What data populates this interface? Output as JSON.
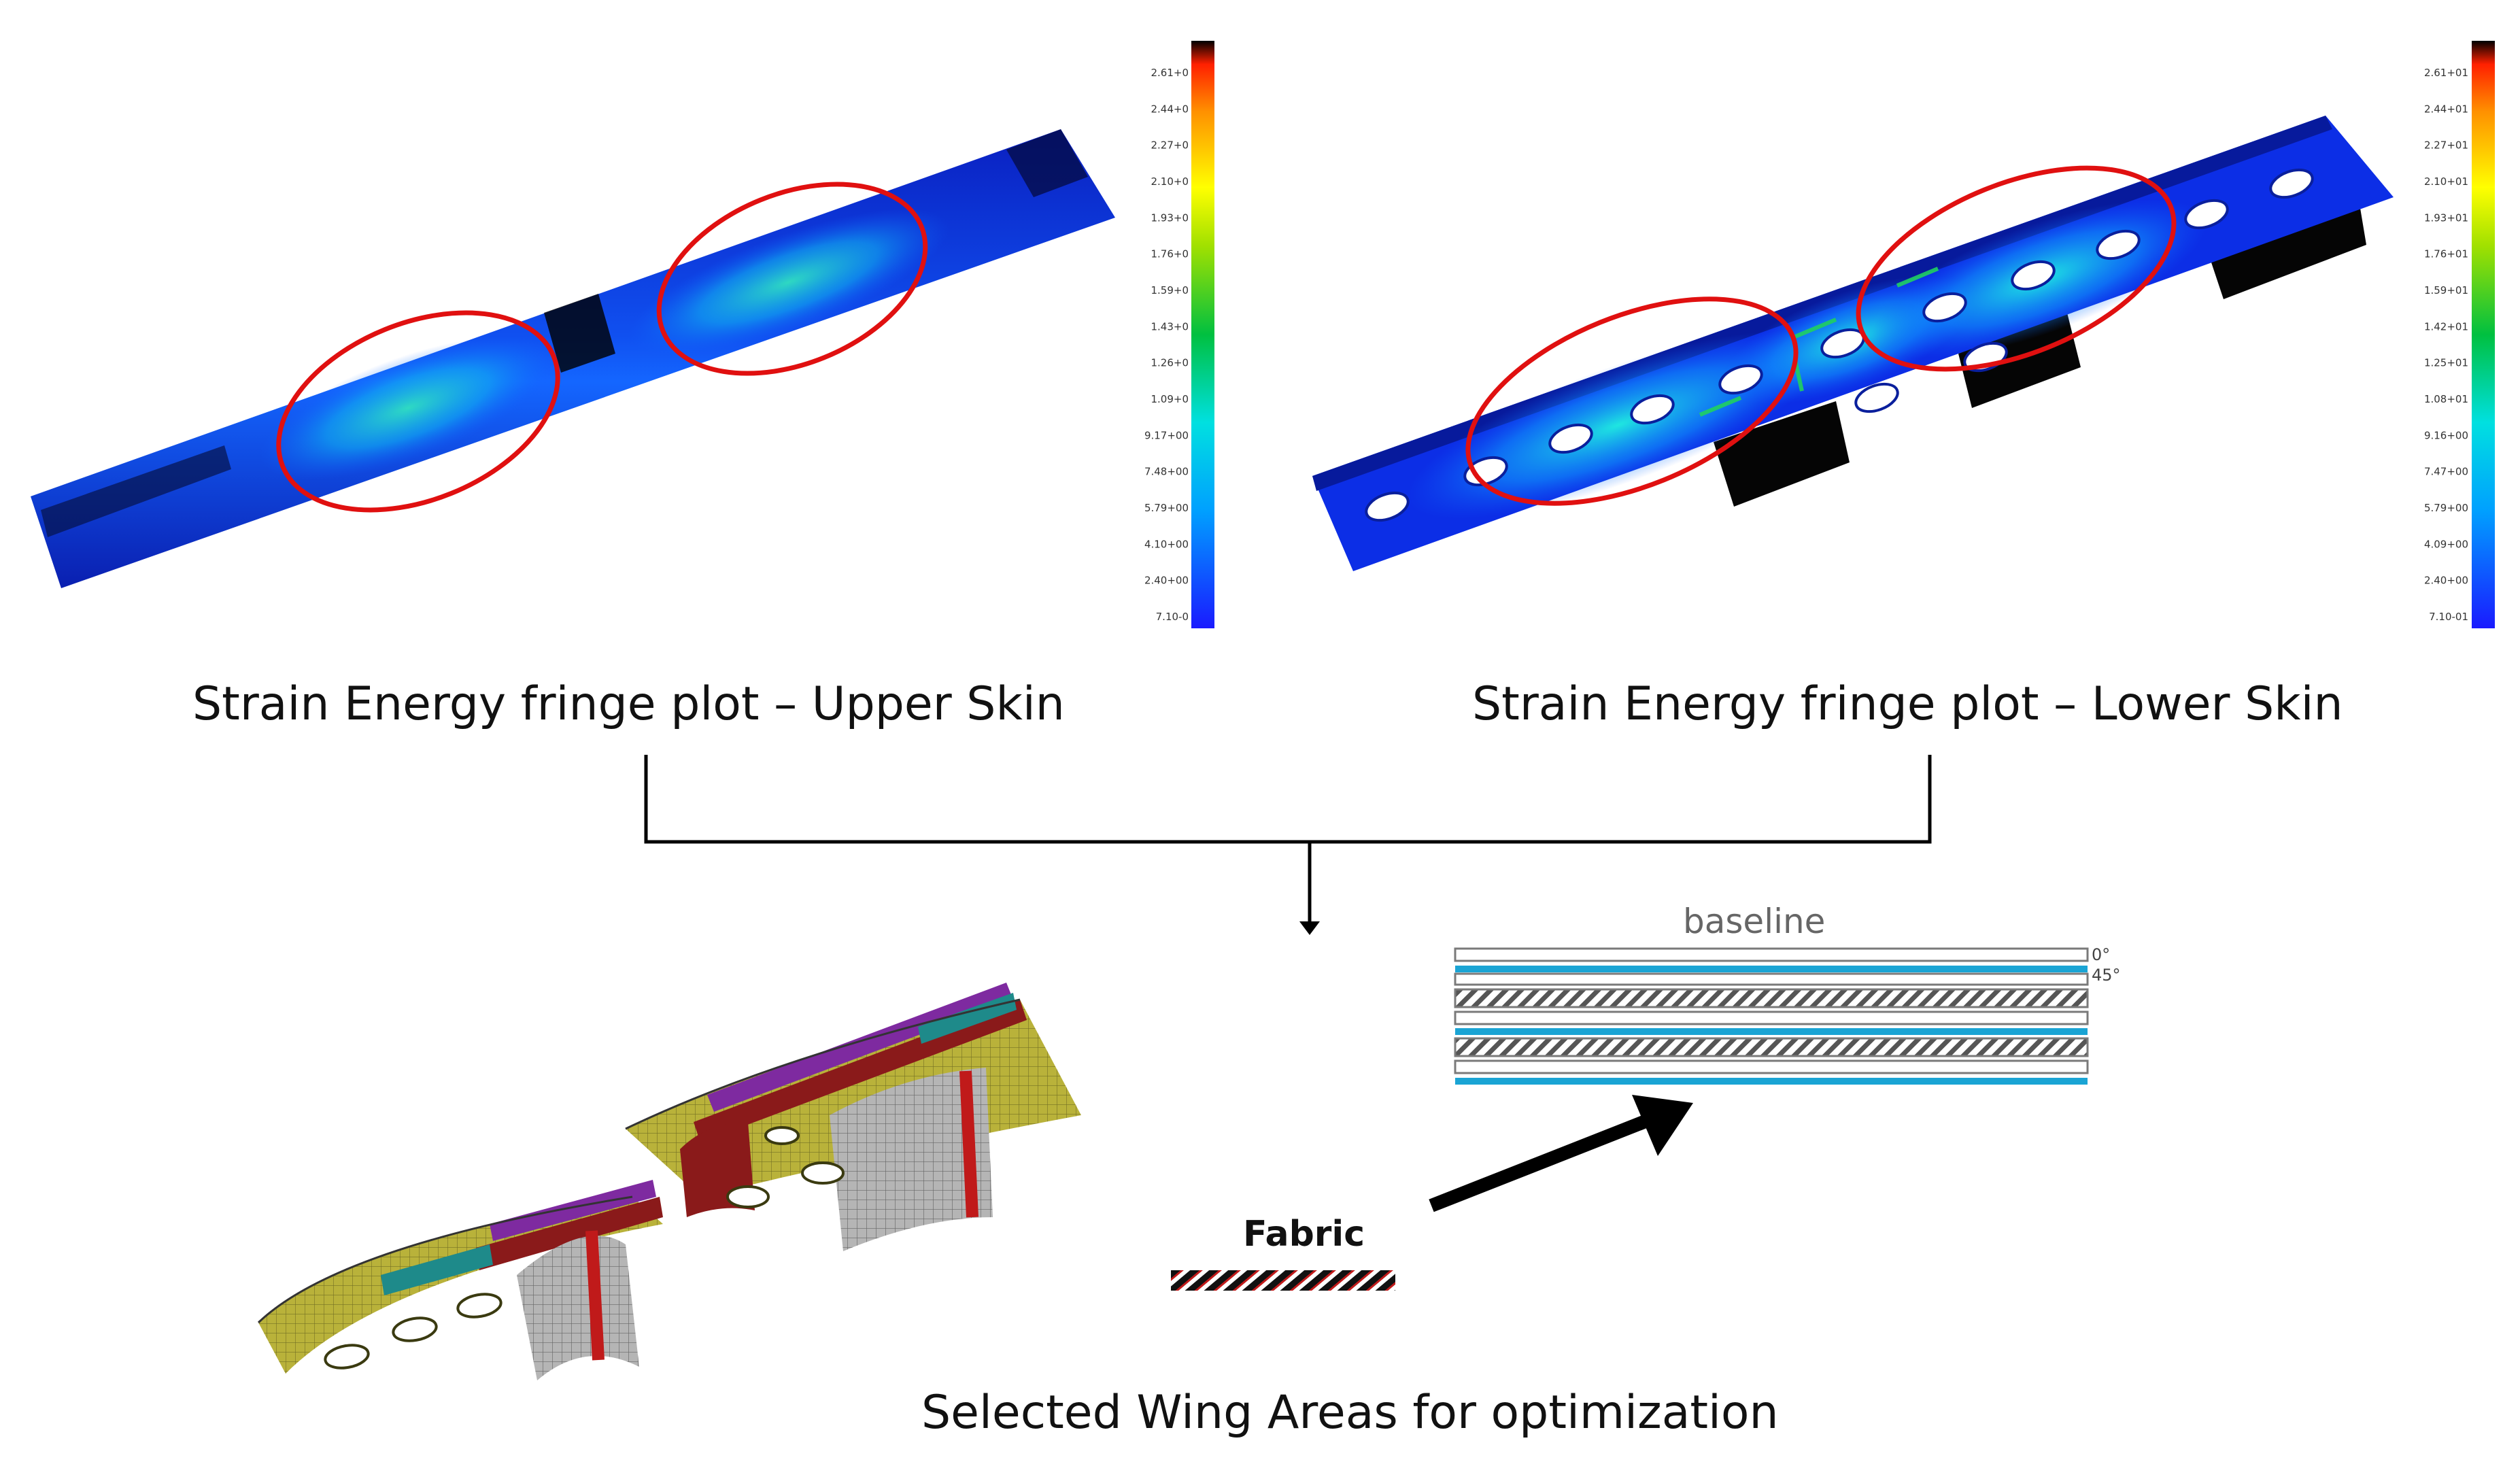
{
  "captions": {
    "upper": "Strain Energy fringe plot – Upper Skin",
    "lower": "Strain Energy fringe plot – Lower Skin",
    "selected": "Selected Wing Areas for optimization"
  },
  "legend_upper": {
    "ticks": [
      "2.61+0",
      "2.44+0",
      "2.27+0",
      "2.10+0",
      "1.93+0",
      "1.76+0",
      "1.59+0",
      "1.43+0",
      "1.26+0",
      "1.09+0",
      "9.17+00",
      "7.48+00",
      "5.79+00",
      "4.10+00",
      "2.40+00",
      "7.10-0"
    ]
  },
  "legend_lower": {
    "ticks": [
      "2.61+01",
      "2.44+01",
      "2.27+01",
      "2.10+01",
      "1.93+01",
      "1.76+01",
      "1.59+01",
      "1.42+01",
      "1.25+01",
      "1.08+01",
      "9.16+00",
      "7.47+00",
      "5.79+00",
      "4.09+00",
      "2.40+00",
      "7.10-01"
    ]
  },
  "laminate": {
    "title": "baseline",
    "angle_0": "0°",
    "angle_45": "45°",
    "fabric_label": "Fabric"
  },
  "colors": {
    "fringe_blue": "#0a2fd8",
    "fringe_cyan": "#10c8e0",
    "fringe_green": "#20d060",
    "highlight_ellipse": "#e01010",
    "ply_blue": "#1aa4d4",
    "mesh_olive": "#b9b23a",
    "mesh_maroon": "#8a1a1a"
  }
}
